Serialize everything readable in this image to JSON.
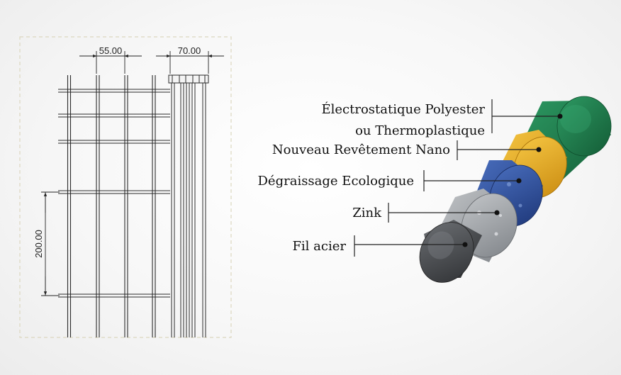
{
  "drawing": {
    "dim_horizontal_spacing": "55.00",
    "dim_depth": "70.00",
    "dim_vertical_spacing": "200.00"
  },
  "layers": [
    {
      "id": "polyester",
      "lines": [
        "Électrostatique Polyester",
        "ou Thermoplastique"
      ],
      "color": "#1f7a4a"
    },
    {
      "id": "nano",
      "lines": [
        "Nouveau Revêtement Nano"
      ],
      "color": "#f0b326"
    },
    {
      "id": "degreasing",
      "lines": [
        "Dégraissage Ecologique"
      ],
      "color": "#2e4f9a"
    },
    {
      "id": "zinc",
      "lines": [
        "Zink"
      ],
      "color": "#9ea3a8"
    },
    {
      "id": "steel",
      "lines": [
        "Fil acier"
      ],
      "color": "#4d4f52"
    }
  ]
}
